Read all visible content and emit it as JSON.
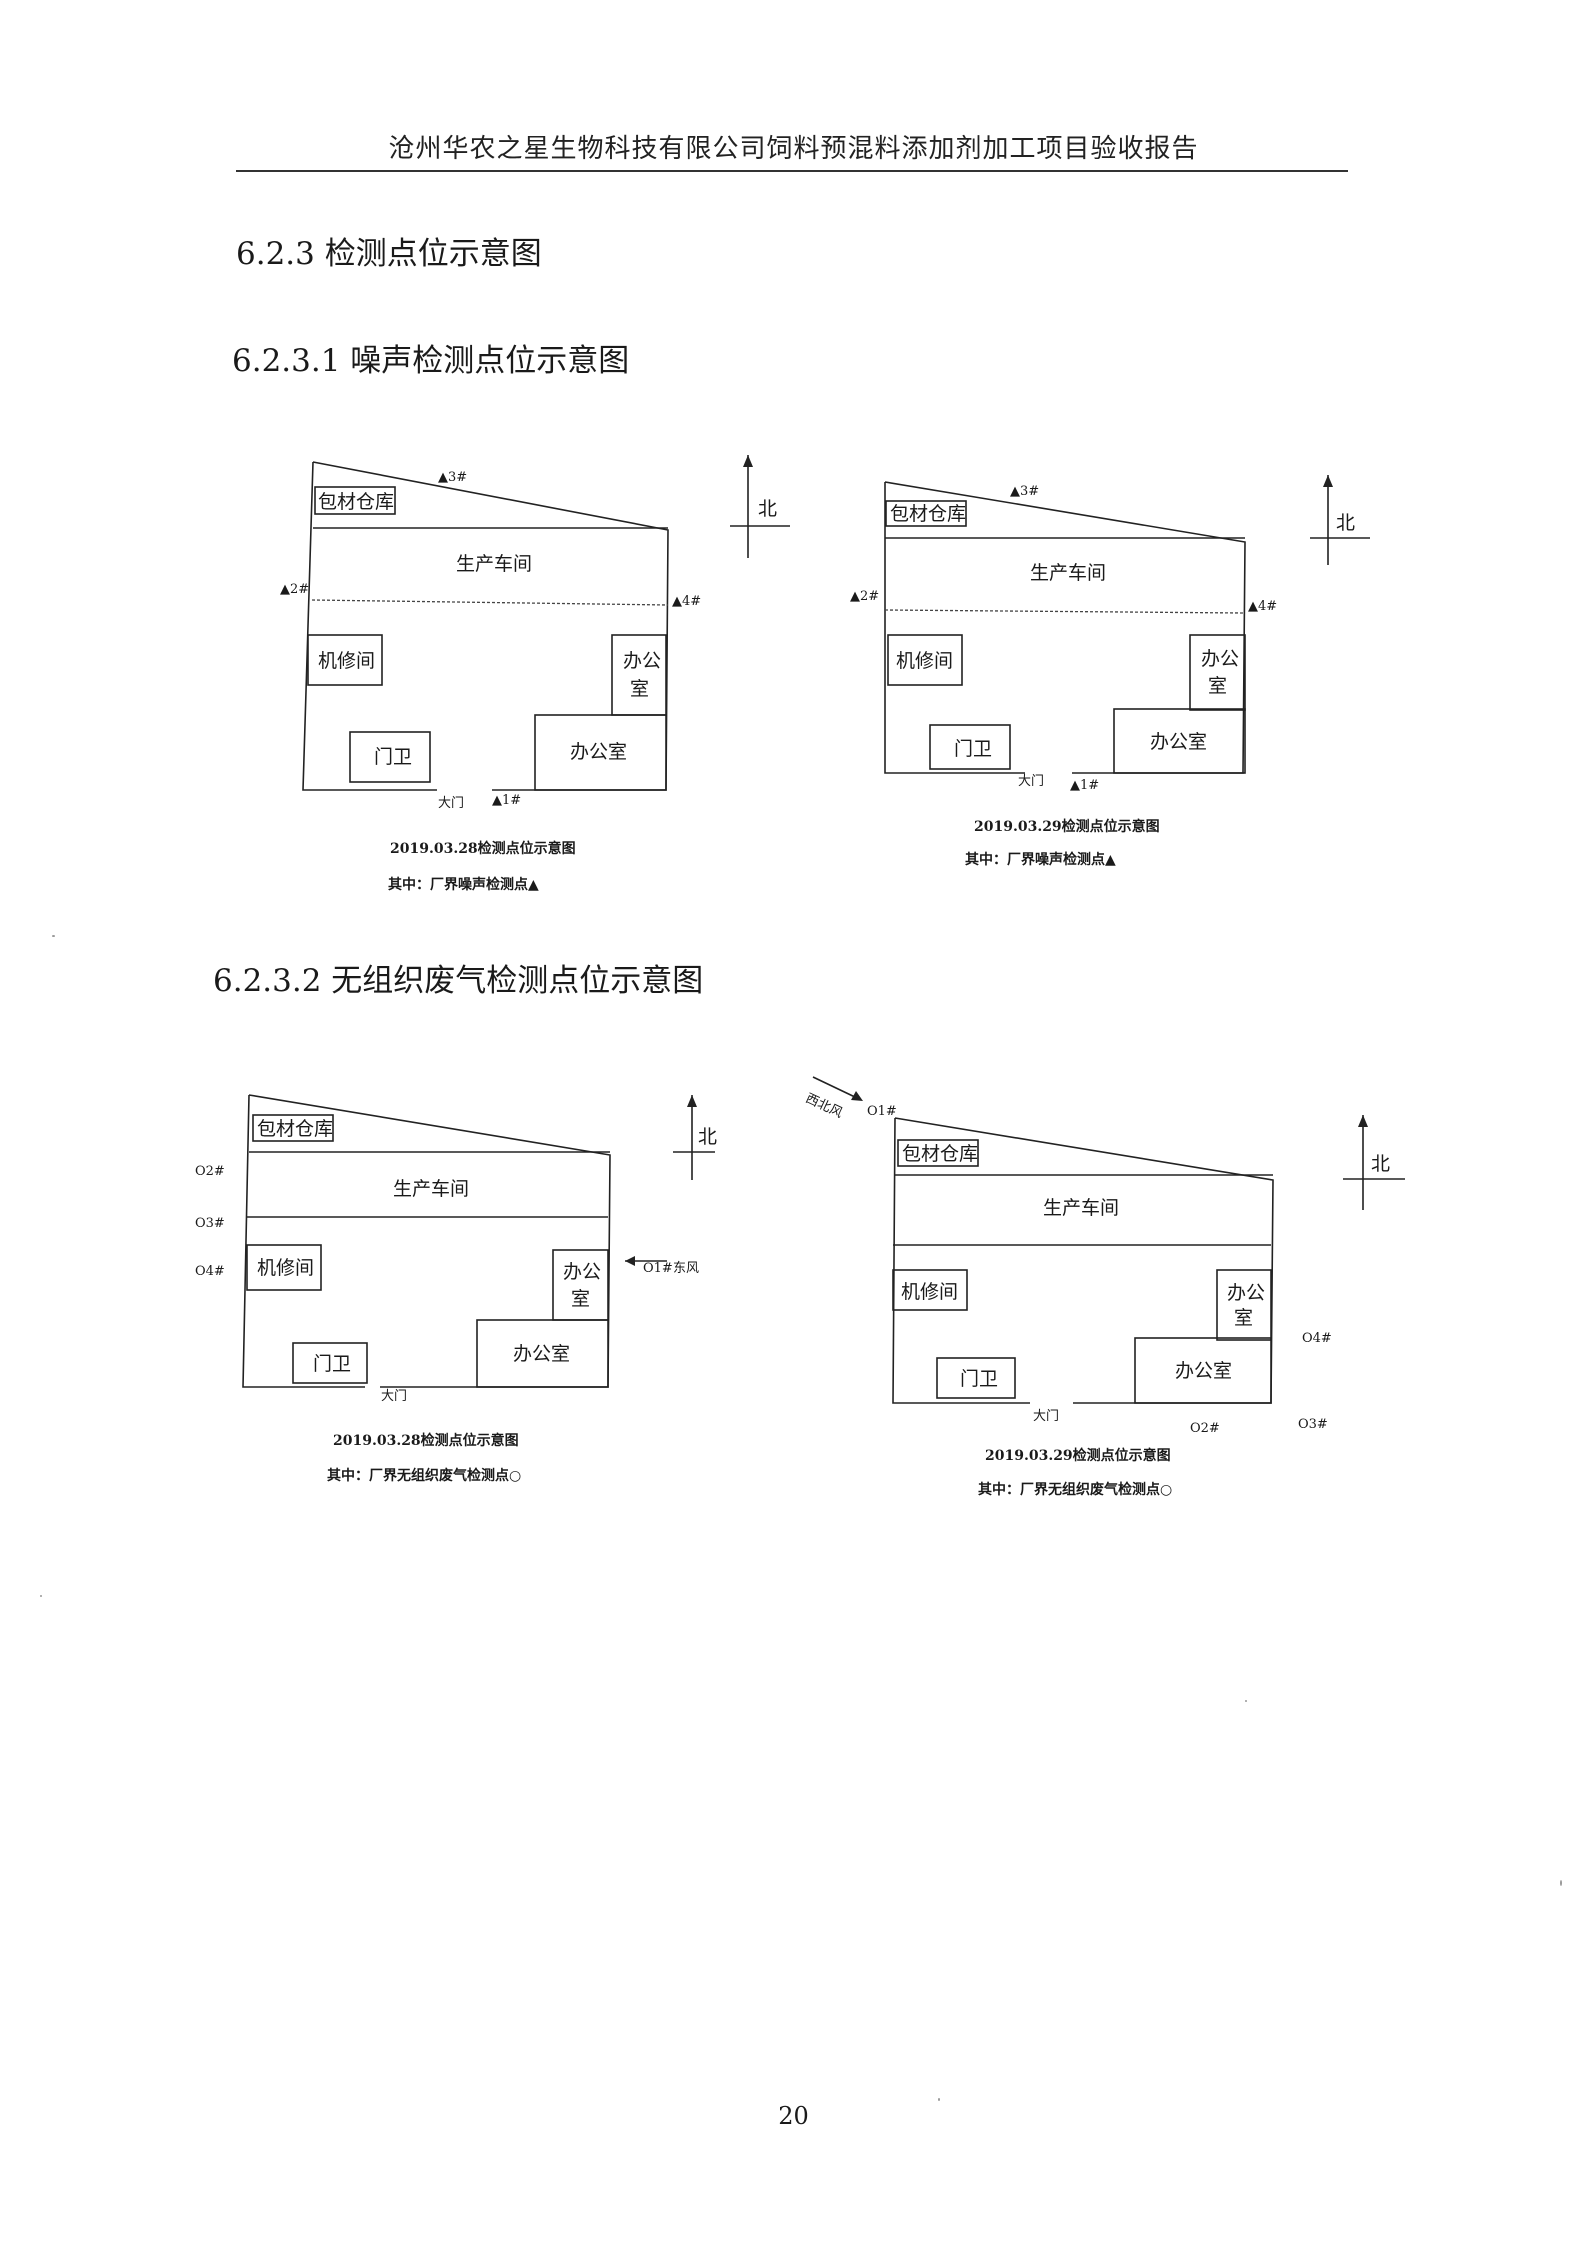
{
  "header": {
    "title": "沧州华农之星生物科技有限公司饲料预混料添加剂加工项目验收报告"
  },
  "sections": {
    "s623": "6.2.3  检测点位示意图",
    "s6231": "6.2.3.1 噪声检测点位示意图",
    "s6232": "6.2.3.2 无组织废气检测点位示意图"
  },
  "buildings": {
    "warehouse": "包材仓库",
    "workshop": "生产车间",
    "repair": "机修间",
    "office_a": "办公",
    "office_b": "室",
    "office": "办公室",
    "guard": "门卫",
    "gate": "大门",
    "north": "北"
  },
  "noise_points": {
    "p1": "▲1#",
    "p2": "▲2#",
    "p3": "▲3#",
    "p4": "▲4#"
  },
  "air_points": {
    "p1": "O1#",
    "p2": "O2#",
    "p3": "O3#",
    "p4": "O4#"
  },
  "wind": {
    "east": "东风",
    "northwest": "西北风"
  },
  "captions": {
    "date_0328": "2019.03.28检测点位示意图",
    "date_0329": "2019.03.29检测点位示意图",
    "noise_note": "其中：厂界噪声检测点▲",
    "air_note": "其中：厂界无组织废气检测点○"
  },
  "page_number": "20"
}
